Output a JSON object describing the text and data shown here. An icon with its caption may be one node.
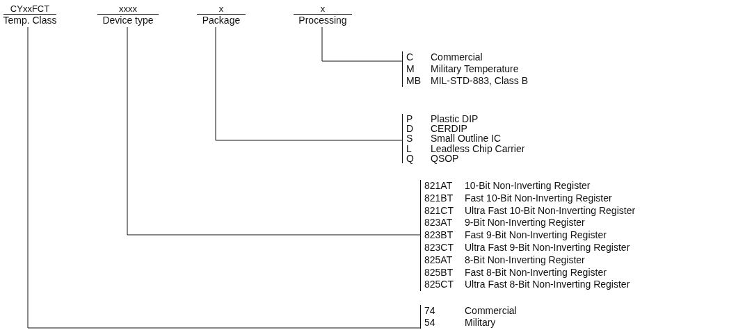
{
  "diagram": {
    "nodes": [
      {
        "text": [
          "CYxxFCT",
          "Temp. Class"
        ]
      },
      {
        "text": [
          "xxxx",
          "Device type"
        ]
      },
      {
        "text": [
          "x",
          "Package"
        ]
      },
      {
        "text": [
          "x",
          "Processing"
        ]
      },
      {
        "text": [
          "C",
          "Commercial",
          "M",
          "Military Temperature",
          "MB",
          "MIL-STD-883, Class B"
        ]
      },
      {
        "text": [
          "P",
          "Plastic DIP",
          "D",
          "CERDIP",
          "S",
          "Small Outline IC",
          "L",
          "Leadless Chip Carrier",
          "Q",
          "QSOP"
        ]
      },
      {
        "text": [
          "821AT",
          "10-Bit Non-Inverting Register",
          "821BT",
          "Fast 10-Bit Non-Inverting Register",
          "821CT",
          "Ultra Fast 10-Bit Non-Inverting Register",
          "823AT",
          "9-Bit Non-Inverting Register",
          "823BT",
          "Fast 9-Bit Non-Inverting Register",
          "823CT",
          "Ultra Fast 9-Bit Non-Inverting Register",
          "825AT",
          "8-Bit Non-Inverting Register",
          "825BT",
          "Fast 8-Bit Non-Inverting Register",
          "825CT",
          "Ultra Fast 8-Bit Non-Inverting Register"
        ]
      },
      {
        "text": [
          "74",
          "Commercial",
          "54",
          "Military"
        ]
      }
    ],
    "edges": [
      {
        "from": 3,
        "to": 4,
        "arrow": "none"
      },
      {
        "from": 2,
        "to": 5,
        "arrow": "none"
      },
      {
        "from": 1,
        "to": 6,
        "arrow": "none"
      },
      {
        "from": 0,
        "to": 7,
        "arrow": "none"
      }
    ]
  }
}
